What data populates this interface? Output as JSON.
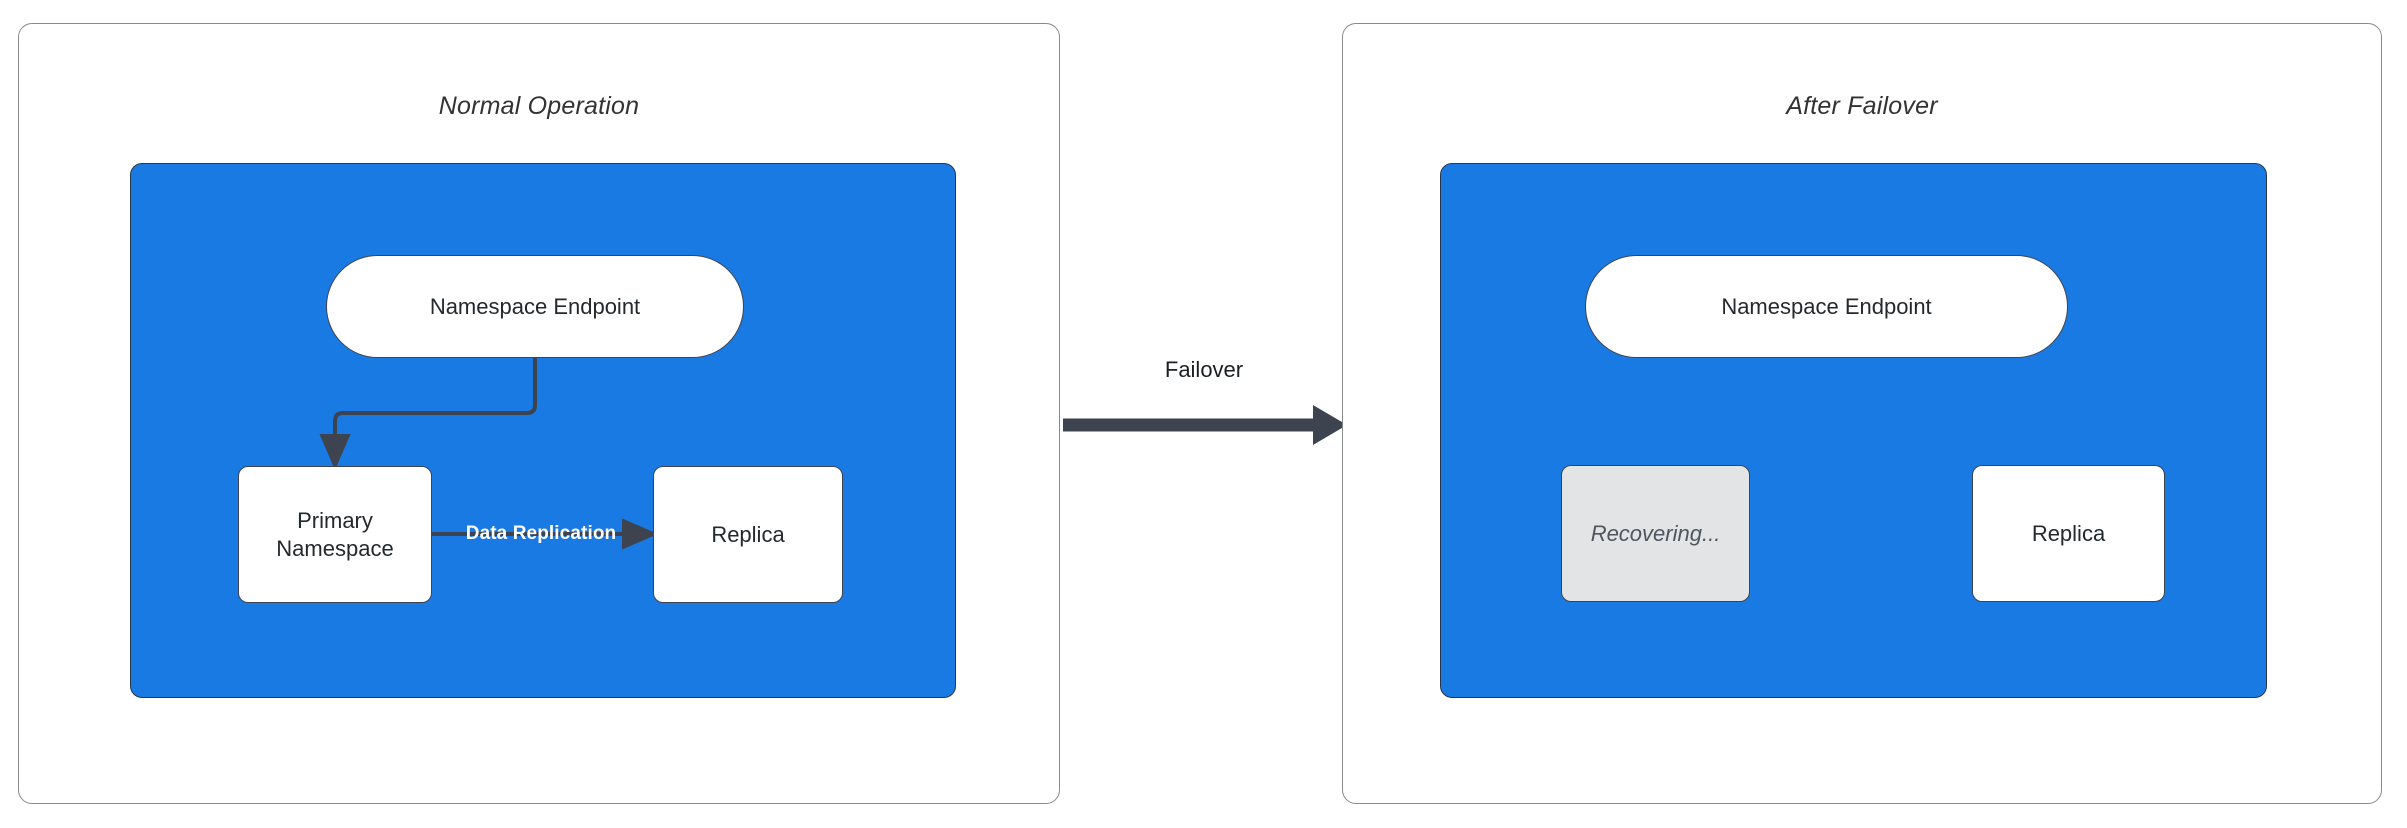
{
  "diagram": {
    "title_left": "Normal Operation",
    "title_right": "After Failover",
    "transition_label": "Failover",
    "colors": {
      "cluster_blue": "#1a7ae4",
      "stroke_dark": "#3d4450",
      "panel_border": "#8a8a8a",
      "recovering_fill": "#e2e4e6",
      "edge_label_white": "#ffffff"
    }
  },
  "left_panel": {
    "title": "Normal Operation",
    "nodes": {
      "endpoint": "Namespace Endpoint",
      "primary": "Primary\nNamespace",
      "primary_line1": "Primary",
      "primary_line2": "Namespace",
      "replica": "Replica"
    },
    "edges": {
      "endpoint_to_primary": "",
      "primary_to_replica": "Data Replication"
    }
  },
  "right_panel": {
    "title": "After Failover",
    "nodes": {
      "endpoint": "Namespace Endpoint",
      "recovering": "Recovering...",
      "replica": "Replica"
    },
    "edges": {
      "endpoint_to_replica": ""
    }
  },
  "transition": {
    "label": "Failover"
  }
}
